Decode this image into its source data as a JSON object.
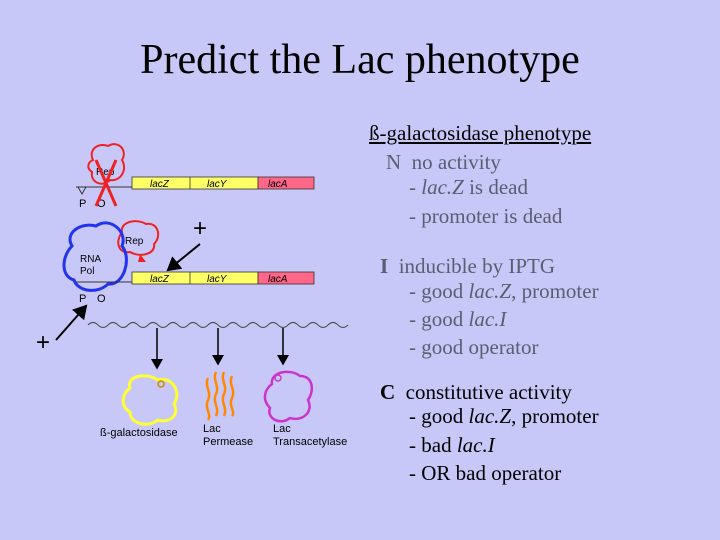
{
  "slide": {
    "title": "Predict the Lac phenotype",
    "colors": {
      "background": "#c8c8f8",
      "gene_bar": "#ffff66",
      "gene_bar_end": "#ff6688",
      "repressor": "#ee2222",
      "polymerase": "#2233ee",
      "mrna": "#ffff33",
      "permease": "#ff8800",
      "transacetylase": "#cc33cc",
      "muted_text": "#5c5c72"
    }
  },
  "panel": {
    "heading": "ß-galactosidase phenotype",
    "n": {
      "letter": "N",
      "label": "no activity",
      "l1_pre": "- ",
      "l1_gene": "lac.Z",
      "l1_post": " is dead",
      "l2": "- promoter is dead"
    },
    "i": {
      "letter": "I",
      "label": "inducible by IPTG",
      "l1_pre": "- good ",
      "l1_gene": "lac.Z",
      "l1_post": ", promoter",
      "l2_pre": "- good ",
      "l2_gene": "lac.I",
      "l3": "- good operator"
    },
    "c": {
      "letter": "C",
      "label": "constitutive activity",
      "l1_pre": "- good ",
      "l1_gene": "lac.Z",
      "l1_post": ", promoter",
      "l2_pre": "- bad ",
      "l2_gene": "lac.I",
      "l3": "- OR bad operator"
    }
  },
  "diagram": {
    "top_row": {
      "repressor": "Rep",
      "p": "P",
      "o": "O",
      "genes": [
        "lacZ",
        "lacY",
        "lacA"
      ]
    },
    "rep_floating": "Rep",
    "rna_pol": "RNA\nPol",
    "bottom_row": {
      "p": "P",
      "o": "O",
      "genes": [
        "lacZ",
        "lacY",
        "lacA"
      ]
    },
    "plus_upper": "+",
    "plus_lower": "+",
    "products": [
      "ß-galactosidase",
      "Lac\nPermease",
      "Lac\nTransacetylase"
    ]
  }
}
